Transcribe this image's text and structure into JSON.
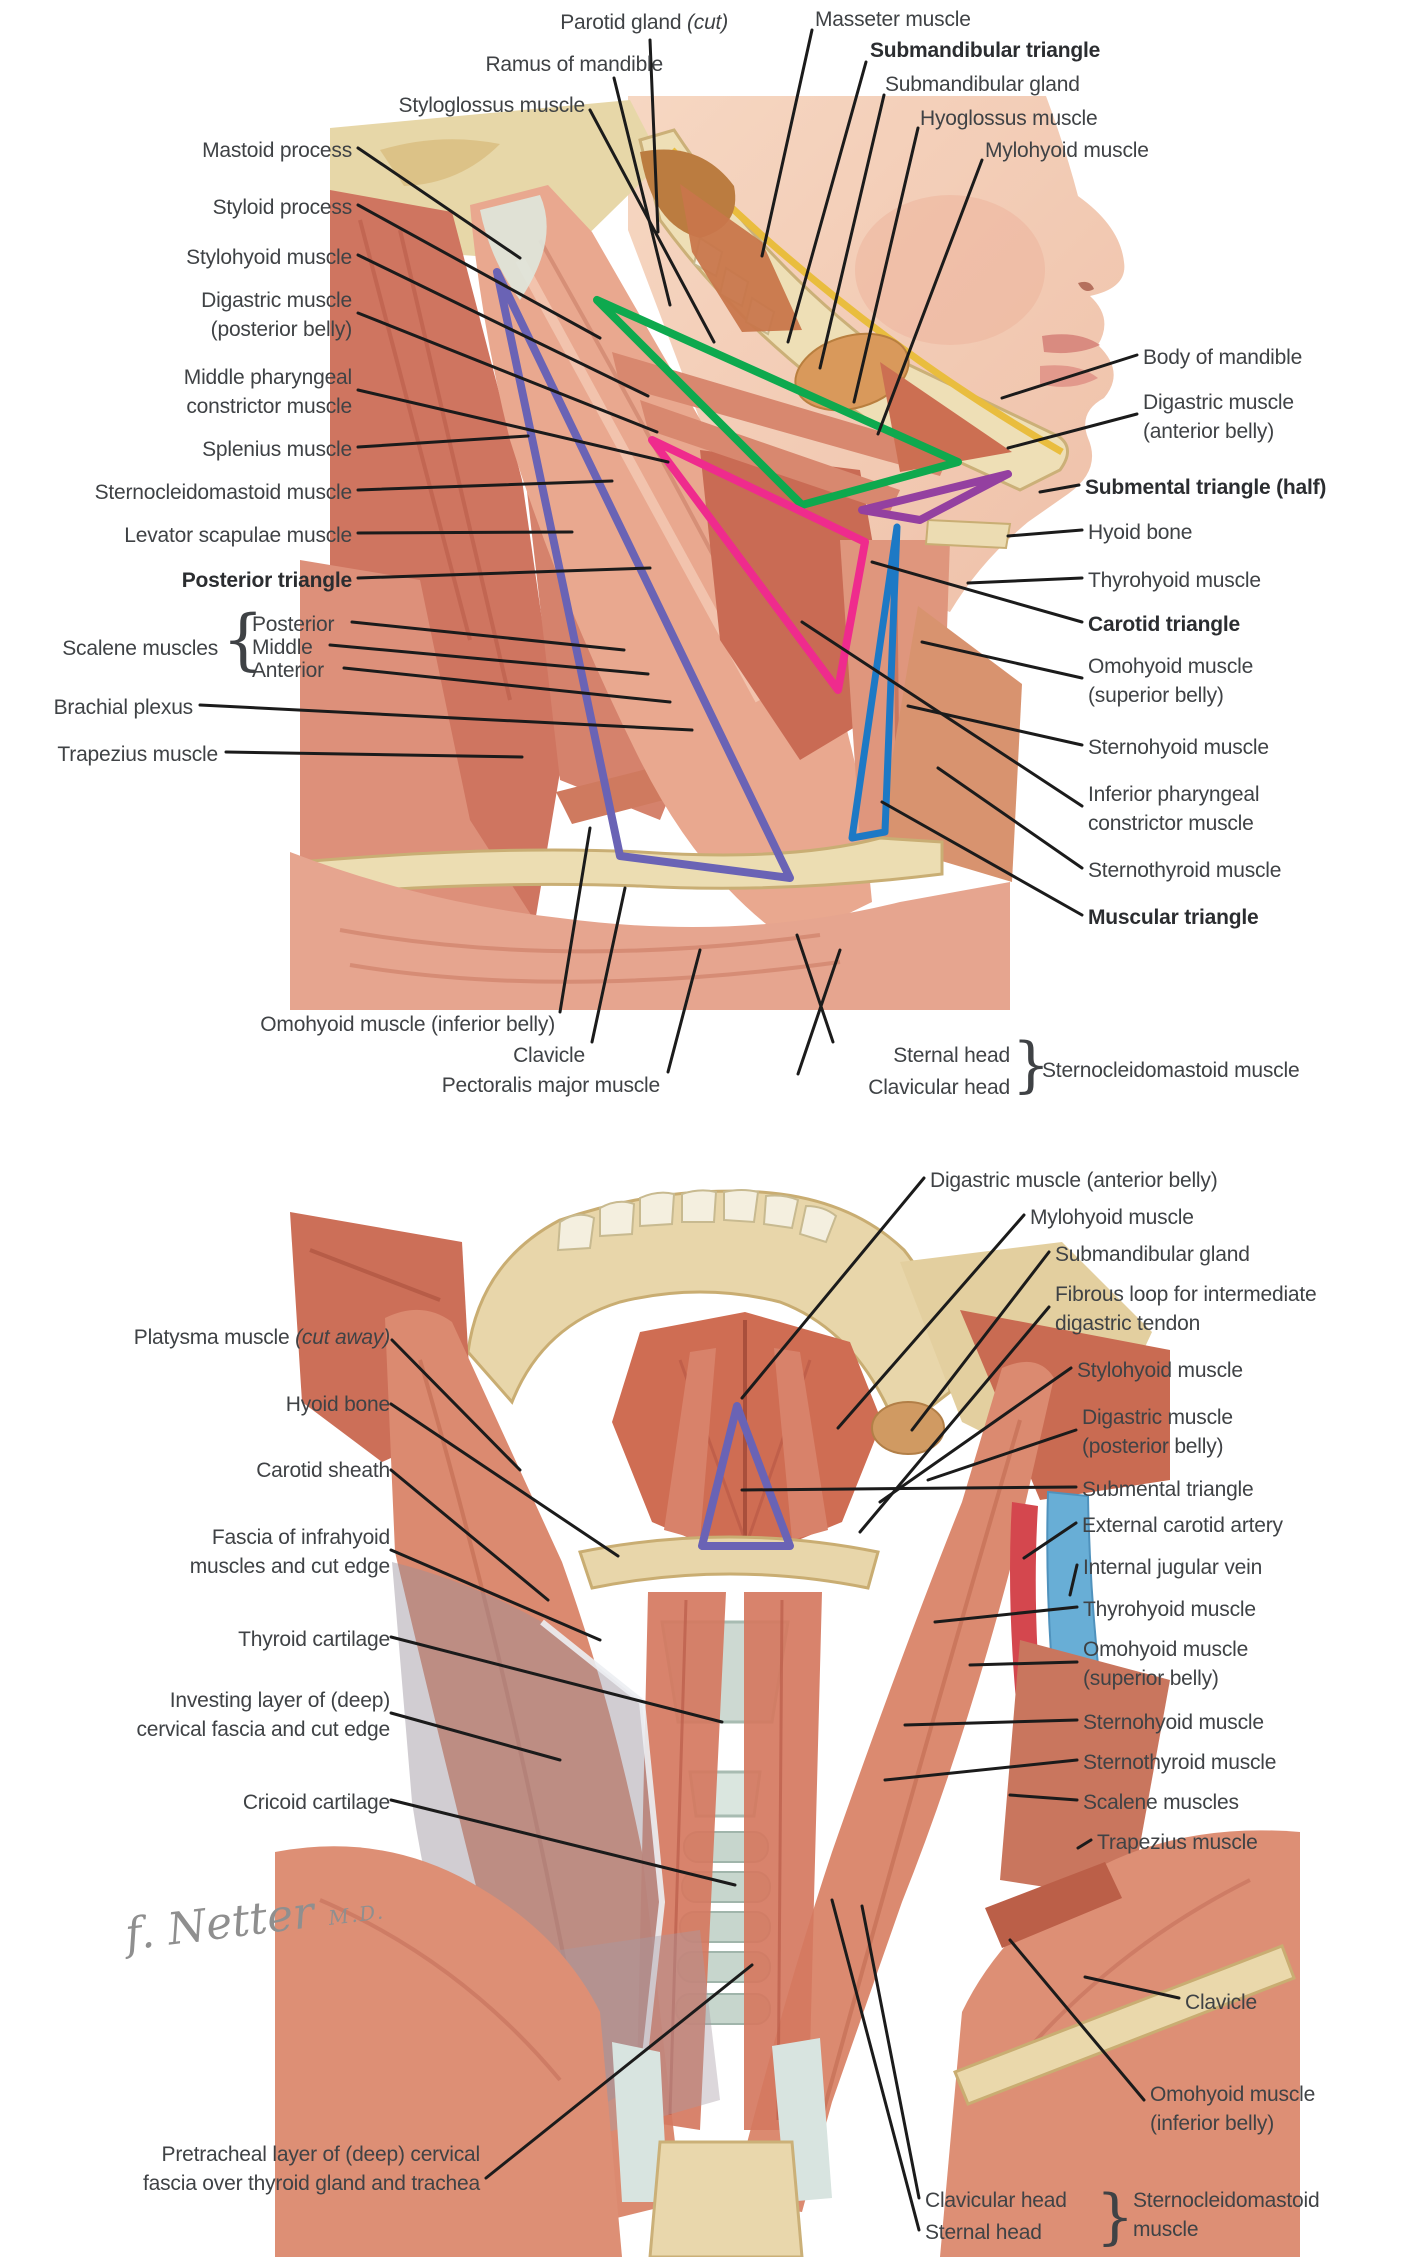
{
  "plate": {
    "fig1": {
      "parotid": "Parotid gland ",
      "parotid_it": "(cut)",
      "ramus": "Ramus of mandible",
      "styloglossus": "Styloglossus muscle",
      "masseter": "Masseter muscle",
      "submandibular_triangle": "Submandibular triangle",
      "submandibular_gland": "Submandibular gland",
      "hyoglossus": "Hyoglossus muscle",
      "mylohyoid": "Mylohyoid muscle",
      "mastoid": "Mastoid process",
      "styloid": "Styloid process",
      "stylohyoid": "Stylohyoid muscle",
      "digastric_posterior": "Digastric muscle\n(posterior belly)",
      "middle_pharyngeal": "Middle pharyngeal\nconstrictor muscle",
      "splenius": "Splenius muscle",
      "sternocleidomastoid": "Sternocleidomastoid muscle",
      "levator_scapulae": "Levator scapulae muscle",
      "posterior_triangle": "Posterior triangle",
      "scalene_label": "Scalene muscles",
      "scalene_brace": "{",
      "scalene_posterior": "Posterior",
      "scalene_middle": "Middle",
      "scalene_anterior": "Anterior",
      "brachial_plexus": "Brachial plexus",
      "trapezius": "Trapezius muscle",
      "omohyoid_inferior": "Omohyoid muscle (inferior belly)",
      "clavicle": "Clavicle",
      "pectoralis_major": "Pectoralis major muscle",
      "sternal_head": "Sternal head",
      "clavicular_head": "Clavicular head",
      "heads_brace": "}",
      "scm_heads": "Sternocleidomastoid muscle",
      "body_of_mandible": "Body of mandible",
      "digastric_anterior": "Digastric muscle\n(anterior belly)",
      "submental_triangle": "Submental triangle (half)",
      "hyoid_bone": "Hyoid bone",
      "thyrohyoid": "Thyrohyoid muscle",
      "carotid_triangle": "Carotid triangle",
      "omohyoid_superior": "Omohyoid muscle\n(superior belly)",
      "sternohyoid": "Sternohyoid muscle",
      "inferior_pharyngeal": "Inferior pharyngeal\nconstrictor muscle",
      "sternothyroid": "Sternothyroid muscle",
      "muscular_triangle": "Muscular triangle"
    },
    "fig2": {
      "digastric_anterior": "Digastric muscle (anterior belly)",
      "mylohyoid": "Mylohyoid muscle",
      "submandibular_gland": "Submandibular gland",
      "fibrous_loop": "Fibrous loop for intermediate\ndigastric tendon",
      "stylohyoid": "Stylohyoid muscle",
      "digastric_posterior": "Digastric muscle\n(posterior belly)",
      "submental_triangle": "Submental triangle",
      "external_carotid": "External carotid artery",
      "internal_jugular": "Internal jugular vein",
      "thyrohyoid": "Thyrohyoid muscle",
      "omohyoid_superior": "Omohyoid muscle\n(superior belly)",
      "sternohyoid": "Sternohyoid muscle",
      "sternothyroid": "Sternothyroid muscle",
      "scalene": "Scalene muscles",
      "trapezius": "Trapezius muscle",
      "clavicle": "Clavicle",
      "omohyoid_inferior": "Omohyoid muscle\n(inferior belly)",
      "platysma": "Platysma muscle ",
      "platysma_it": "(cut away)",
      "hyoid_bone": "Hyoid bone",
      "carotid_sheath": "Carotid sheath",
      "fascia_infrahyoid": "Fascia of infrahyoid\nmuscles and cut edge",
      "thyroid_cartilage": "Thyroid cartilage",
      "investing_layer": "Investing layer of (deep)\ncervical fascia and cut edge",
      "cricoid_cartilage": "Cricoid cartilage",
      "pretracheal": "Pretracheal layer of (deep) cervical\nfascia over thyroid gland and trachea",
      "clavicular_head": "Clavicular head",
      "sternal_head": "Sternal head",
      "heads_brace": "}",
      "scm_heads": "Sternocleidomastoid\nmuscle"
    },
    "signature": "f. Netter",
    "signature_md": "M.D.",
    "colors": {
      "posterior_triangle": "#6a63b5",
      "submandibular_triangle": "#0ea94e",
      "carotid_triangle": "#ef2b8d",
      "submental_triangle": "#9440a0",
      "muscular_triangle": "#1d79c5",
      "artery": "#d4474e",
      "vein": "#68aed6"
    }
  }
}
